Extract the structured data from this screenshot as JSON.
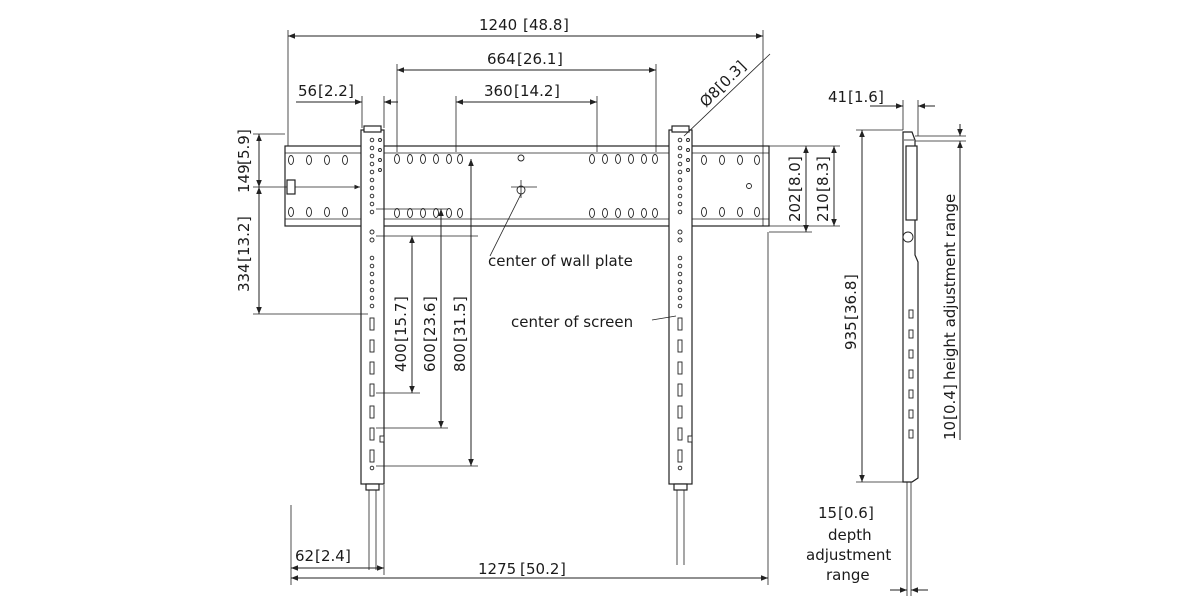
{
  "dimensions": {
    "overall_width": "1240",
    "overall_width_in": "48.8",
    "hole_spacing_wide": "664",
    "hole_spacing_wide_in": "26.1",
    "hole_spacing_narrow": "360",
    "hole_spacing_narrow_in": "14.2",
    "arm_width": "56",
    "arm_width_in": "2.2",
    "hole_diameter": "8",
    "hole_diameter_in": "0.3",
    "top_offset": "149",
    "top_offset_in": "5.9",
    "center_offset": "334",
    "center_offset_in": "13.2",
    "plate_height_a": "202",
    "plate_height_a_in": "8.0",
    "plate_height_b": "210",
    "plate_height_b_in": "8.3",
    "vert_400": "400",
    "vert_400_in": "15.7",
    "vert_600": "600",
    "vert_600_in": "23.6",
    "vert_800": "800",
    "vert_800_in": "31.5",
    "bottom_offset": "62",
    "bottom_offset_in": "2.4",
    "total_width": "1275",
    "total_width_in": "50.2",
    "profile_depth": "41",
    "profile_depth_in": "1.6",
    "arm_length": "935",
    "arm_length_in": "36.8",
    "height_adjust": "10",
    "height_adjust_in": "0.4",
    "depth_adjust": "15",
    "depth_adjust_in": "0.6"
  },
  "labels": {
    "center_wall_plate": "center of wall plate",
    "center_screen": "center of screen",
    "height_adjustment_range": "height adjustment range",
    "depth": "depth",
    "adjustment": "adjustment",
    "range": "range",
    "diameter_symbol": "Ø"
  }
}
